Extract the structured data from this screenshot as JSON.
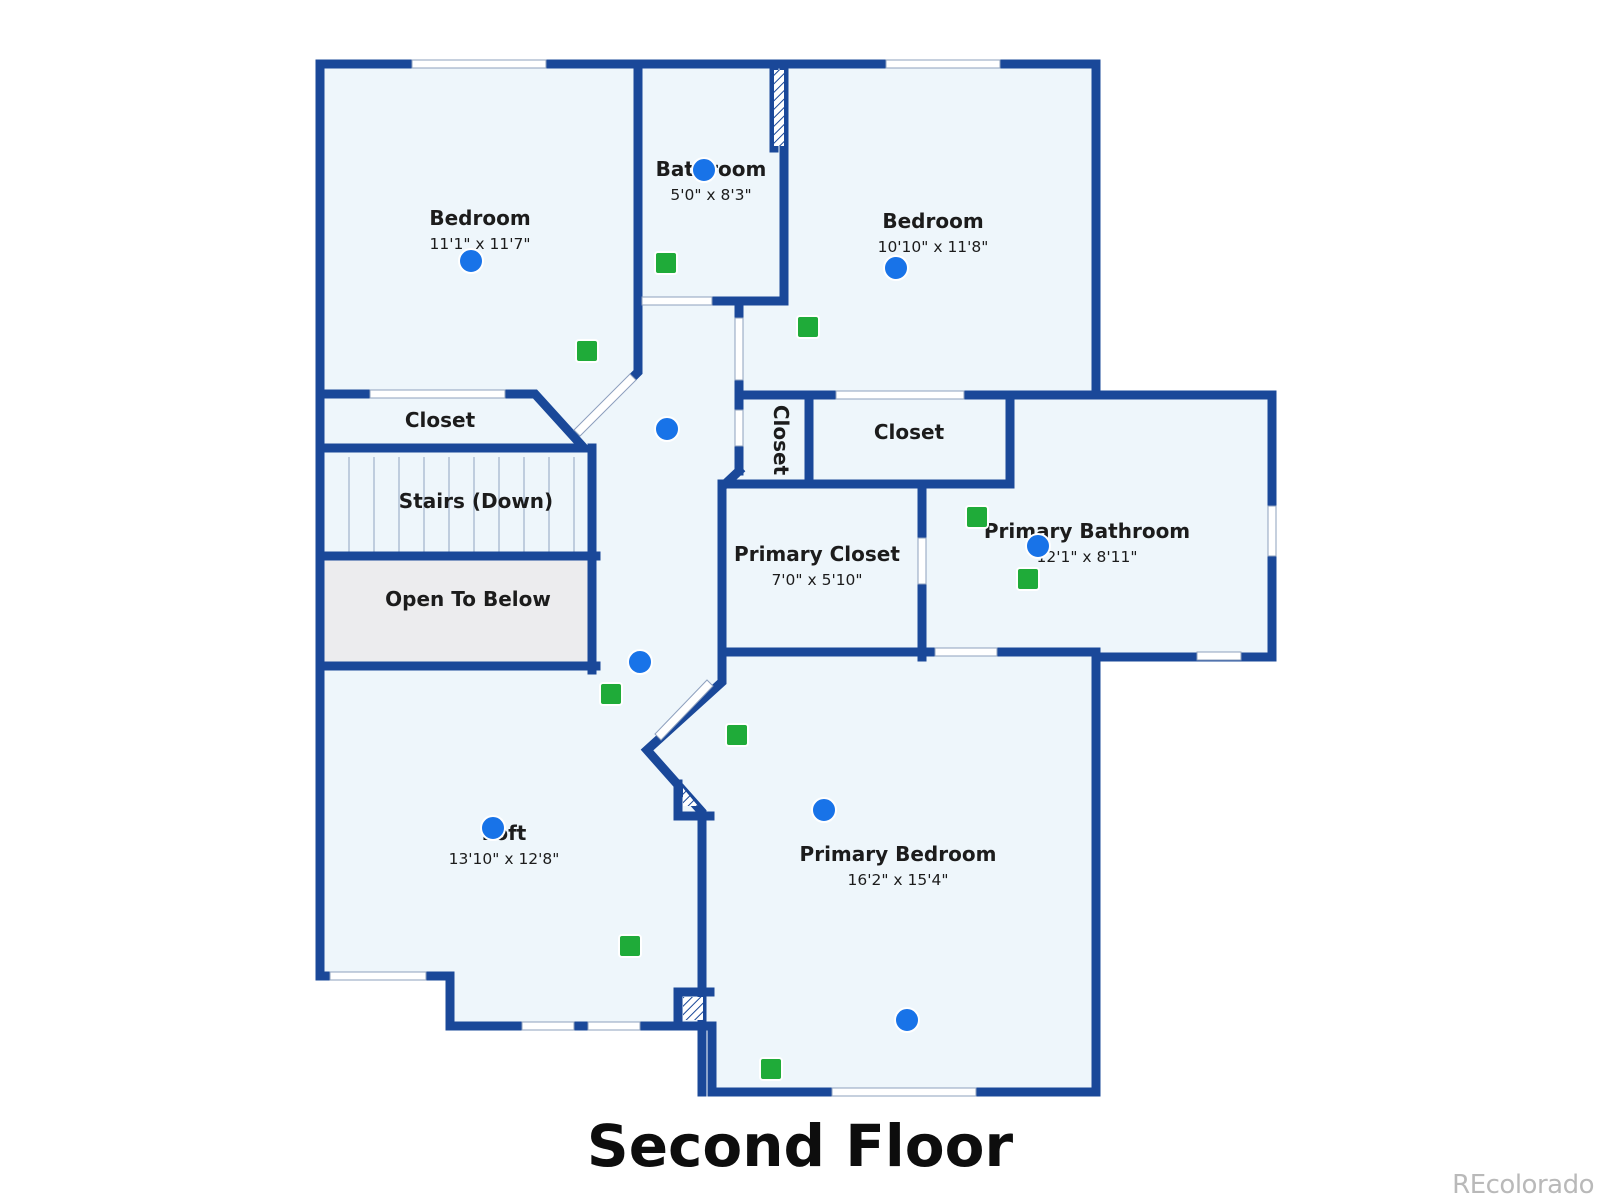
{
  "colors": {
    "wall": "#1a4899",
    "floor": "#eef6fb",
    "open_area": "#ececee",
    "window": "#ffffff",
    "photo_marker": "#1873e8",
    "feature_marker": "#1fab39"
  },
  "rooms": {
    "bedroom_left": {
      "name": "Bedroom",
      "size": "11'1\" x 11'7\""
    },
    "bathroom": {
      "name": "Bathroom",
      "size": "5'0\" x 8'3\""
    },
    "bedroom_right": {
      "name": "Bedroom",
      "size": "10'10\" x 11'8\""
    },
    "closet_left": {
      "name": "Closet"
    },
    "closet_narrow": {
      "name": "Closet"
    },
    "closet_right": {
      "name": "Closet"
    },
    "stairs": {
      "name": "Stairs (Down)"
    },
    "open_to_below": {
      "name": "Open To Below"
    },
    "primary_closet": {
      "name": "Primary Closet",
      "size": "7'0\" x 5'10\""
    },
    "primary_bathroom": {
      "name": "Primary Bathroom",
      "size": "12'1\" x 8'11\""
    },
    "loft": {
      "name": "Loft",
      "size": "13'10\" x 12'8\""
    },
    "primary_bedroom": {
      "name": "Primary Bedroom",
      "size": "16'2\" x 15'4\""
    }
  },
  "caption": "Second Floor",
  "watermark": "REcolorado"
}
